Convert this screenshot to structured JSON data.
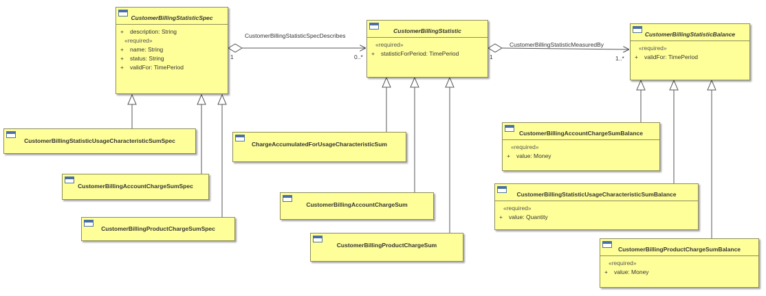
{
  "classes": {
    "spec": {
      "name": "CustomerBillingStatisticSpec",
      "attrs": [
        {
          "vis": "+",
          "text": "description: String"
        }
      ],
      "stereotype": "«required»",
      "req_attrs": [
        {
          "vis": "+",
          "text": "name: String"
        },
        {
          "vis": "+",
          "text": "status: String"
        },
        {
          "vis": "+",
          "text": "validFor: TimePeriod"
        }
      ]
    },
    "stat": {
      "name": "CustomerBillingStatistic",
      "stereotype": "«required»",
      "req_attrs": [
        {
          "vis": "+",
          "text": "statisticForPeriod: TimePeriod"
        }
      ]
    },
    "bal": {
      "name": "CustomerBillingStatisticBalance",
      "stereotype": "«required»",
      "req_attrs": [
        {
          "vis": "+",
          "text": "validFor: TimePeriod"
        }
      ]
    },
    "usage_spec": {
      "name": "CustomerBillingStatisticUsageCharacteristicSumSpec"
    },
    "acct_spec": {
      "name": "CustomerBillingAccountChargeSumSpec"
    },
    "prod_spec": {
      "name": "CustomerBillingProductChargeSumSpec"
    },
    "charge_acc": {
      "name": "ChargeAccumulatedForUsageCharacteristicSum"
    },
    "acct_sum": {
      "name": "CustomerBillingAccountChargeSum"
    },
    "prod_sum": {
      "name": "CustomerBillingProductChargeSum"
    },
    "acct_bal": {
      "name": "CustomerBillingAccountChargeSumBalance",
      "stereotype": "«required»",
      "attr": {
        "vis": "+",
        "text": "value: Money"
      }
    },
    "usage_bal": {
      "name": "CustomerBillingStatisticUsageCharacteristicSumBalance",
      "stereotype": "«required»",
      "attr": {
        "vis": "+",
        "text": "value: Quantity"
      }
    },
    "prod_bal": {
      "name": "CustomerBillingProductChargeSumBalance",
      "stereotype": "«required»",
      "attr": {
        "vis": "+",
        "text": "value: Money"
      }
    }
  },
  "associations": {
    "describes": {
      "label": "CustomerBillingStatisticSpecDescribes",
      "source_mult": "1",
      "target_mult": "0..*"
    },
    "measured_by": {
      "label": "CustomerBillingStatisticMeasuredBy",
      "source_mult": "1",
      "target_mult": "1..*"
    }
  },
  "colors": {
    "class_fill": "#ffff99",
    "class_border": "#8c8c5a",
    "line": "#666666"
  }
}
